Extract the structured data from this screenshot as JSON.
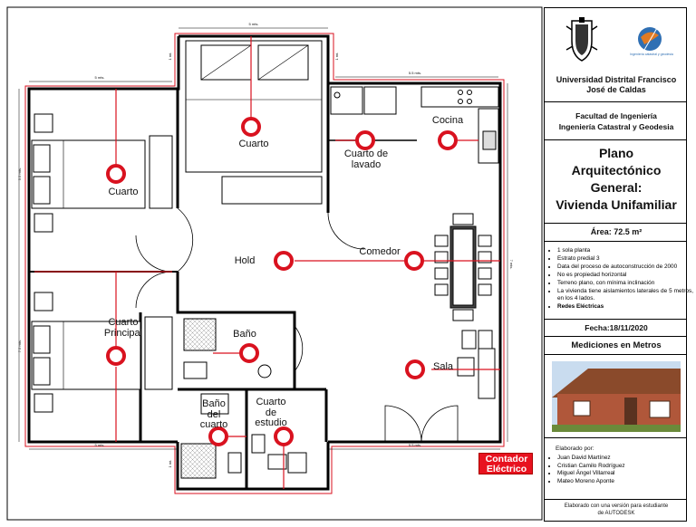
{
  "rooms": {
    "cuarto_top": "Cuarto",
    "cuarto_left": "Cuarto",
    "cuarto_lavado": "Cuarto de lavado",
    "cocina": "Cocina",
    "hold": "Hold",
    "comedor": "Comedor",
    "cuarto_principal": "Cuarto Principal",
    "bano": "Baño",
    "bano_cuarto": "Baño del cuarto",
    "cuarto_estudio": "Cuarto de estudio",
    "sala": "Sala"
  },
  "contador": "Contador Eléctrico",
  "dimensions": {
    "top": "5 mts.",
    "left_top": "5 mts.",
    "right_top": "5.5 mts.",
    "left_side_top": "5.5 mts.",
    "left_side_bottom": "7.5 mts.",
    "right_side": "7 mts.",
    "bottom_left": "5 mts.",
    "bottom_right": "5.5 mts.",
    "small_a": "1 mt.",
    "small_b": "1 mt.",
    "small_c": "1 mt."
  },
  "title_block": {
    "university_line1": "Universidad Distrital Francisco",
    "university_line2": "José de Caldas",
    "logo_right_caption": "Ingeniería catastral y geodesia",
    "faculty_line1": "Facultad de Ingeniería",
    "faculty_line2": "Ingeniería Catastral y Geodesia",
    "plan_title_1": "Plano",
    "plan_title_2": "Arquitectónico",
    "plan_title_3": "General:",
    "plan_title_4": "Vivienda Unifamiliar",
    "area": "Área: 72.5 m²",
    "notes": [
      "1 sola planta",
      "Estrato predial 3",
      "Data del proceso de autoconstrucción de 2000",
      "No es propiedad horizontal",
      "Terreno plano, con mínima inclinación",
      "La vivienda tiene aislamientos laterales de 5 metros, en los 4 lados.",
      "Redes Eléctricas"
    ],
    "date": "Fecha:18/11/2020",
    "measures": "Mediciones en Metros",
    "elaborated_by": "Elaborado por:",
    "authors": [
      "Juan David Martínez",
      "Cristian Camilo Rodríguez",
      "Miguel Ángel Villarreal",
      "Mateo Moreno Aponte"
    ],
    "footer_line1": "Elaborado con una versión para estudiante",
    "footer_line2": "de AUTODESK"
  },
  "colors": {
    "wall": "#000000",
    "circuit": "#d9121f",
    "contador_bg": "#e8121f",
    "roof": "#8a4a2b",
    "brick": "#b0573a"
  }
}
